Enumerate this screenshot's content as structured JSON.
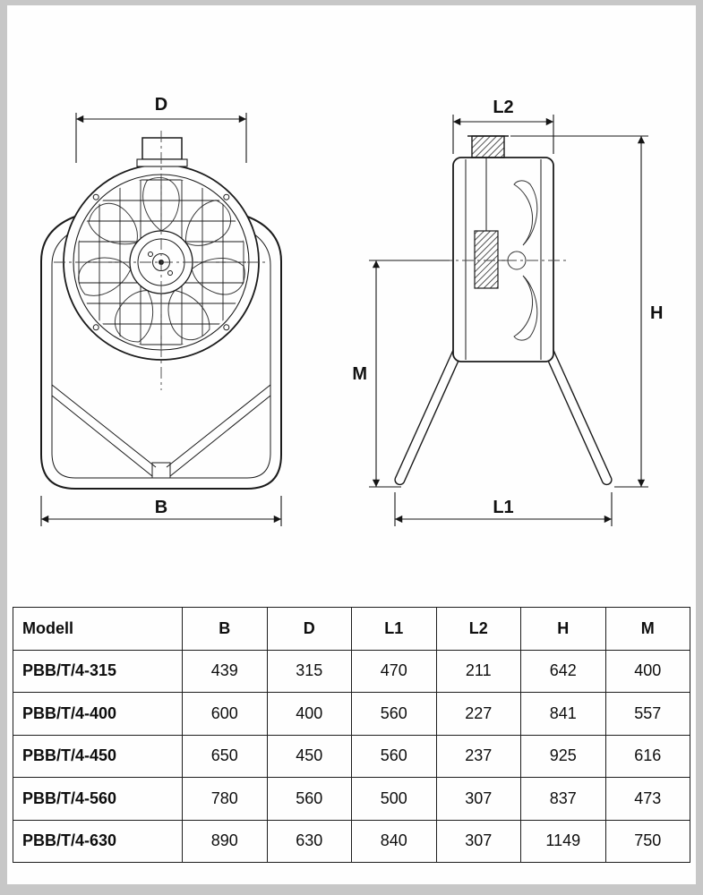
{
  "diagram": {
    "labels": {
      "d": "D",
      "b": "B",
      "l2": "L2",
      "l1": "L1",
      "h": "H",
      "m": "M"
    }
  },
  "table": {
    "headers": [
      "Modell",
      "B",
      "D",
      "L1",
      "L2",
      "H",
      "M"
    ],
    "rows": [
      [
        "PBB/T/4-315",
        "439",
        "315",
        "470",
        "211",
        "642",
        "400"
      ],
      [
        "PBB/T/4-400",
        "600",
        "400",
        "560",
        "227",
        "841",
        "557"
      ],
      [
        "PBB/T/4-450",
        "650",
        "450",
        "560",
        "237",
        "925",
        "616"
      ],
      [
        "PBB/T/4-560",
        "780",
        "560",
        "500",
        "307",
        "837",
        "473"
      ],
      [
        "PBB/T/4-630",
        "890",
        "630",
        "840",
        "307",
        "1149",
        "750"
      ]
    ]
  }
}
